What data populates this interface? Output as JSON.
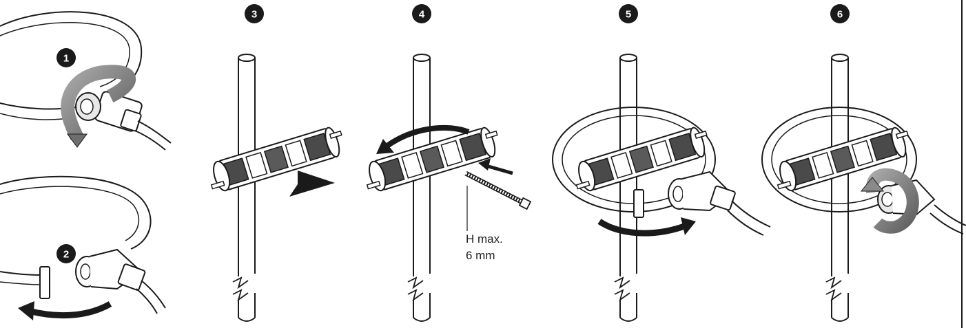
{
  "steps": [
    {
      "number": "1"
    },
    {
      "number": "2"
    },
    {
      "number": "3"
    },
    {
      "number": "4"
    },
    {
      "number": "5"
    },
    {
      "number": "6"
    }
  ],
  "annotation": {
    "line1": "H max.",
    "line2": "6 mm"
  },
  "colors": {
    "ink": "#1a1a1a",
    "cable_fill": "#f4f4f4",
    "gray_arrow": "#7d7d7d"
  }
}
